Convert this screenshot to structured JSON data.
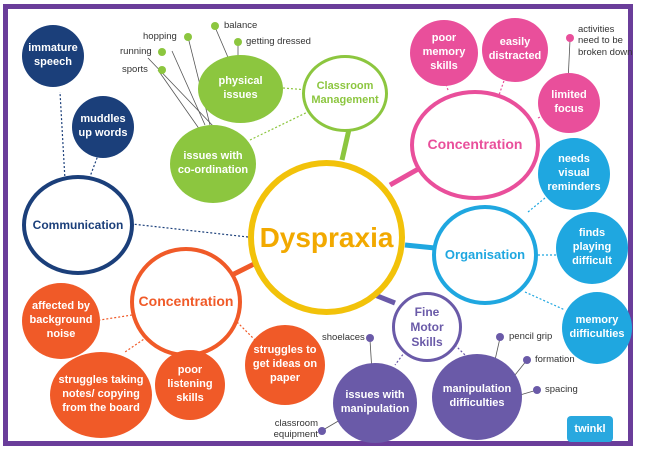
{
  "center": {
    "label": "Dyspraxia"
  },
  "branches": {
    "classroom_management": "Classroom Management",
    "concentration_top": "Concentration",
    "organisation": "Organisation",
    "fine_motor": "Fine Motor Skills",
    "concentration_bottom": "Concentration",
    "communication": "Communication"
  },
  "nodes": {
    "physical_issues": "physical issues",
    "coordination": "issues with co-ordination",
    "poor_memory": "poor memory skills",
    "easily_distracted": "easily distracted",
    "limited_focus": "limited focus",
    "needs_visual": "needs visual reminders",
    "finds_playing": "finds playing difficult",
    "memory_difficulties": "memory difficulties",
    "manipulation_difficulties": "manipulation difficulties",
    "issues_manipulation": "issues with manipulation",
    "struggles_ideas": "struggles to get ideas on paper",
    "poor_listening": "poor listening skills",
    "struggles_notes": "struggles taking notes/ copying from the board",
    "affected_noise": "affected by background noise",
    "immature_speech": "immature speech",
    "muddles_words": "muddles up words"
  },
  "leaves": {
    "hopping": "hopping",
    "balance": "balance",
    "getting_dressed": "getting dressed",
    "running": "running",
    "sports": "sports",
    "activities": "activities need to be broken down",
    "pencil_grip": "pencil grip",
    "formation": "formation",
    "spacing": "spacing",
    "shoelaces": "shoelaces",
    "classroom_equipment": "classroom equipment"
  },
  "logo": "twinkl",
  "colors": {
    "frame": "#6a3d9a",
    "center": "#f2c20a",
    "center_text": "#f2a900",
    "green": "#8cc63f",
    "pink": "#e94f9b",
    "blue": "#1fa7e0",
    "purple": "#6a5aa8",
    "orange": "#f05a28",
    "navy": "#1b3f7a"
  }
}
